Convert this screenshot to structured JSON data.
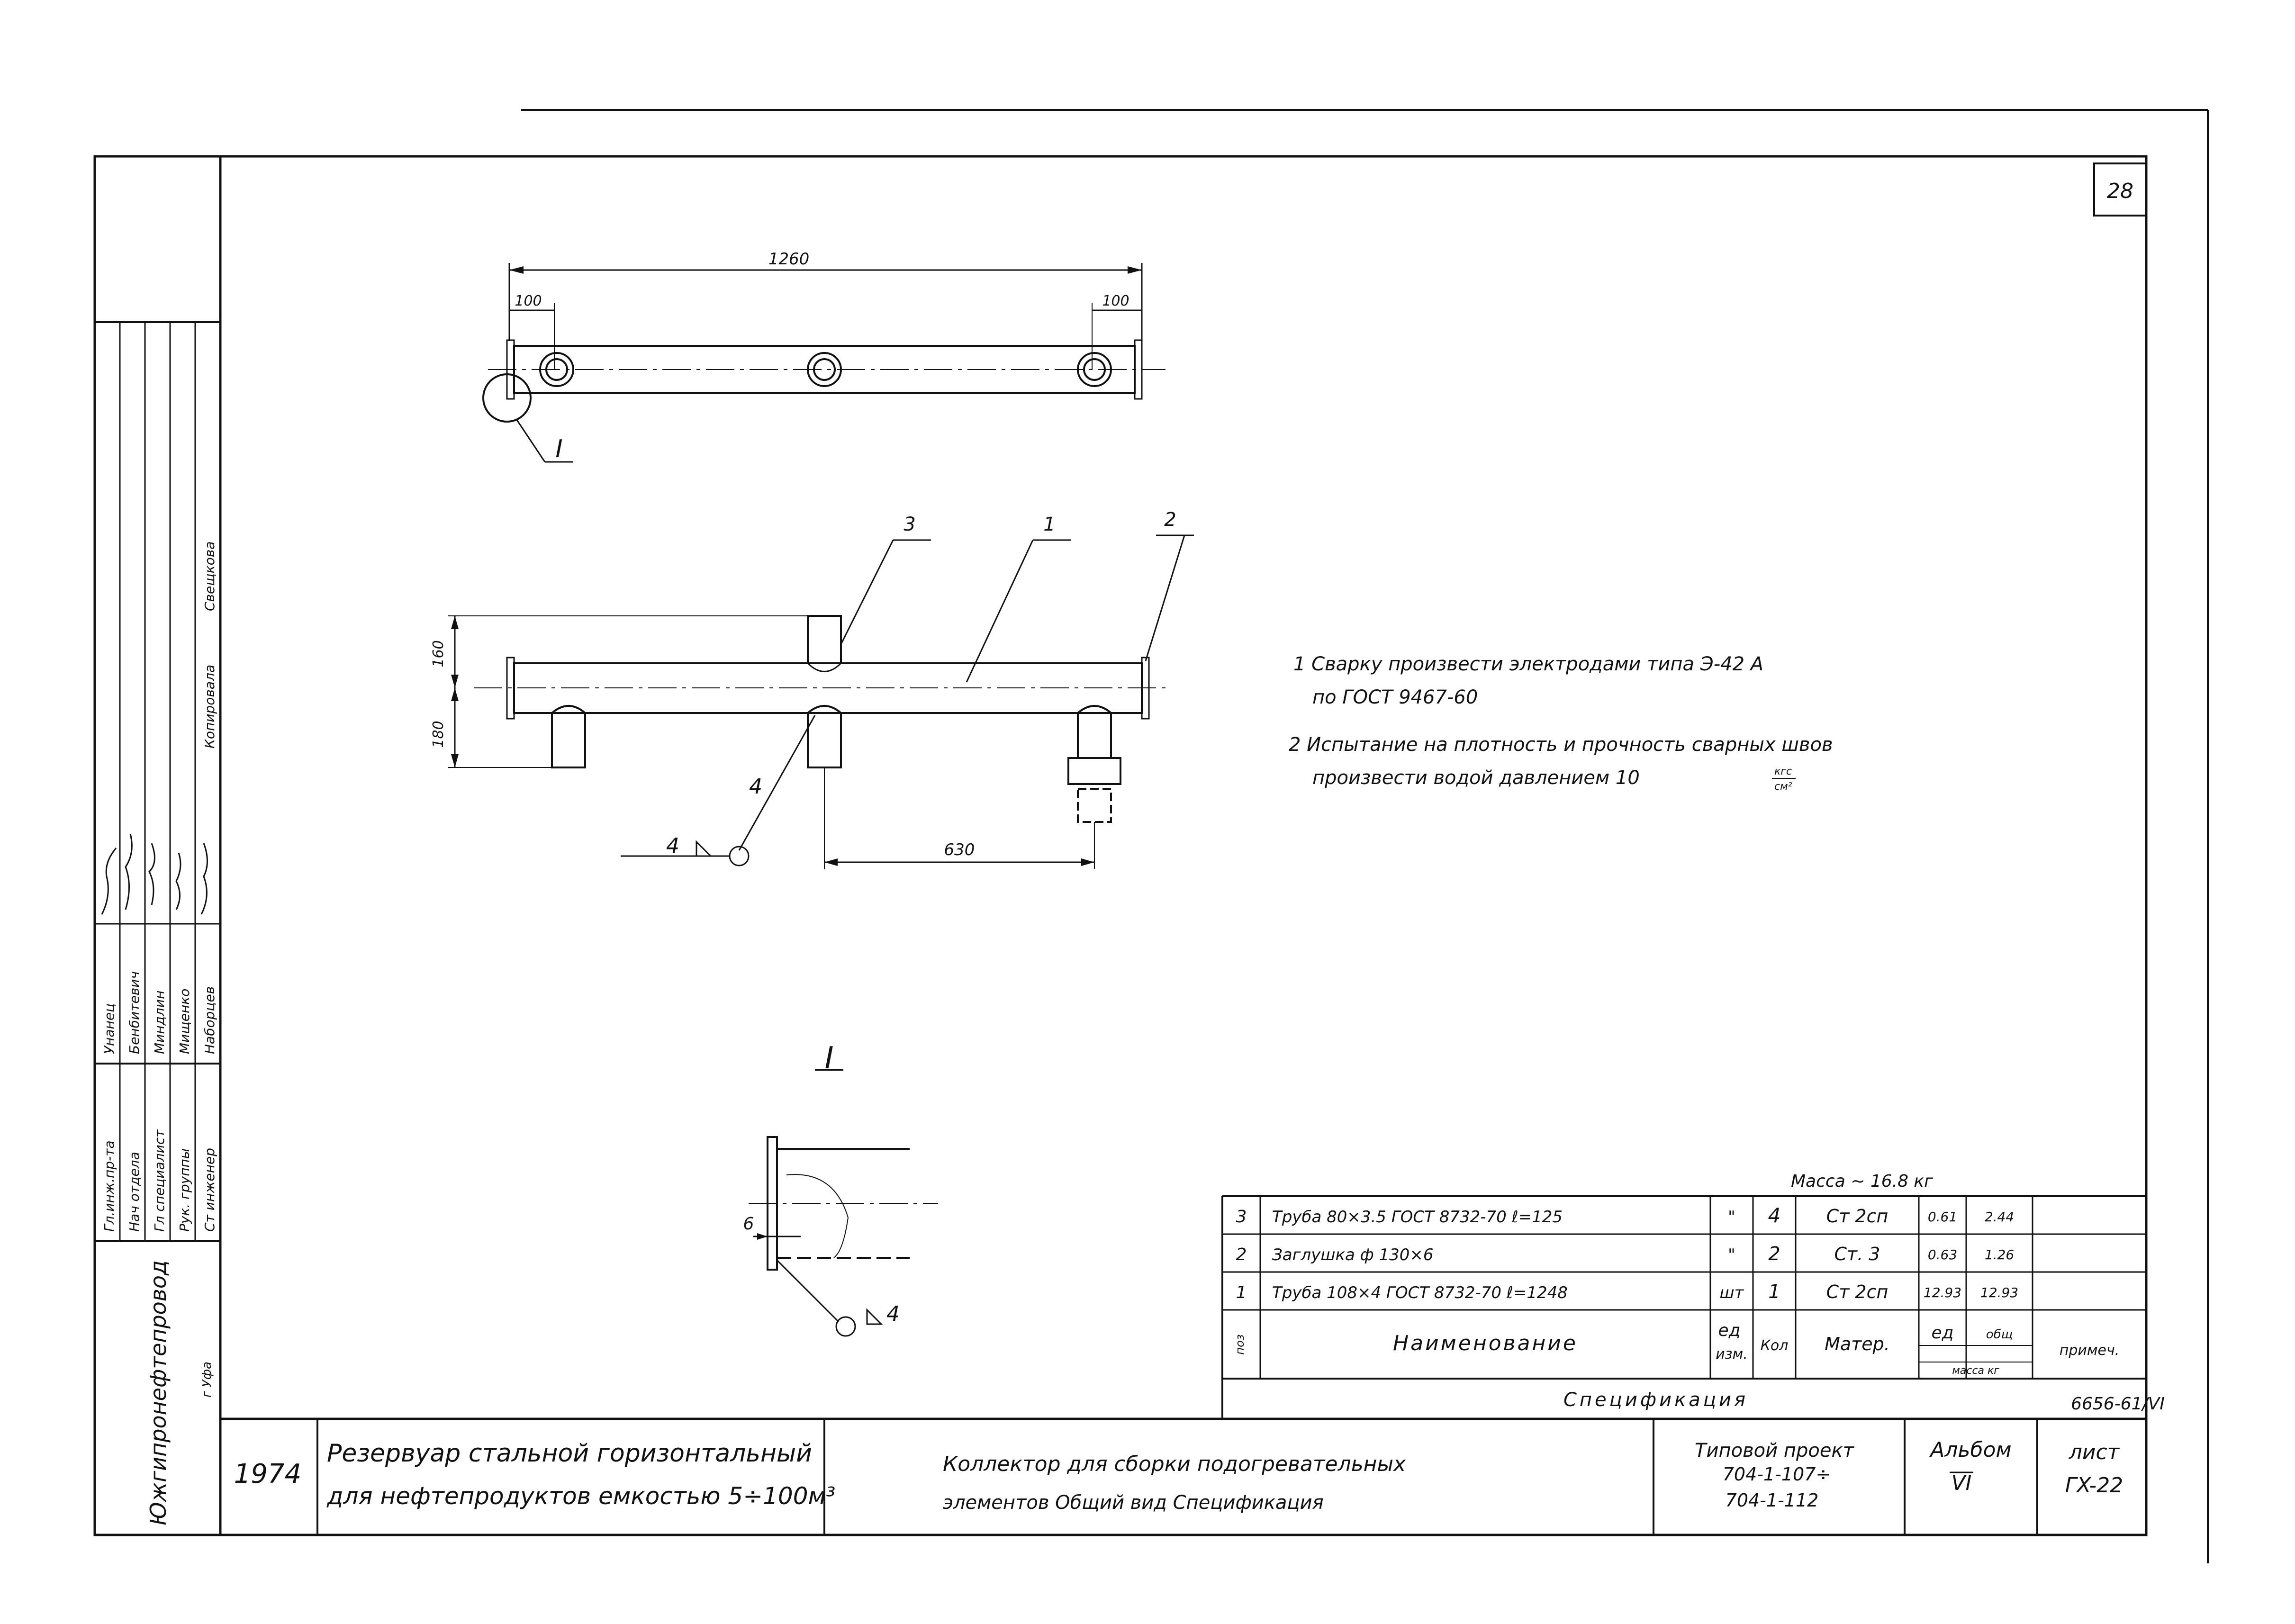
{
  "sheet": {
    "number": "28"
  },
  "top_view": {
    "dim_total": "1260",
    "dim_left": "100",
    "dim_right": "100",
    "section_mark": "I"
  },
  "front_view": {
    "callout_1": "1",
    "callout_2": "2",
    "callout_3": "3",
    "dim_up": "160",
    "dim_down": "180",
    "dim_630": "630",
    "weld_label": "4",
    "weld_symbol_label": "4"
  },
  "detail": {
    "title": "I",
    "dim_6": "6",
    "weld_label": "4"
  },
  "notes": [
    "1 Сварку произвести электродами типа Э-42 А",
    "по ГОСТ 9467-60",
    "2 Испытание на плотность и прочность сварных швов",
    "произвести водой давлением 10"
  ],
  "notes_unit_top": "кгс",
  "notes_unit_bottom": "см²",
  "spec": {
    "mass": "Масса ~ 16.8 кг",
    "rows": [
      {
        "pos": "3",
        "name": "Труба 80×3.5 ГОСТ 8732-70 ℓ=125",
        "unit": "\"",
        "qty": "4",
        "mat": "Ст 2сп",
        "m1": "0.61",
        "m2": "2.44"
      },
      {
        "pos": "2",
        "name": "Заглушка ф 130×6",
        "unit": "\"",
        "qty": "2",
        "mat": "Ст. 3",
        "m1": "0.63",
        "m2": "1.26"
      },
      {
        "pos": "1",
        "name": "Труба 108×4 ГОСТ 8732-70 ℓ=1248",
        "unit": "шт",
        "qty": "1",
        "mat": "Ст 2сп",
        "m1": "12.93",
        "m2": "12.93"
      }
    ],
    "head_pos": "поз",
    "head_name": "Наименование",
    "head_unit_1": "ед",
    "head_unit_2": "изм.",
    "head_qty": "Кол",
    "head_mat": "Матер.",
    "head_m1": "ед",
    "head_m2": "общ",
    "head_mass": "масса кг",
    "head_note": "примеч.",
    "caption": "Спецификация",
    "code": "6656-61/VI"
  },
  "title_block": {
    "year": "1974",
    "object_1": "Резервуар стальной горизонтальный",
    "object_2": "для нефтепродуктов емкостью 5÷100м³",
    "drawing_1": "Коллектор для сборки подогревательных",
    "drawing_2": "элементов Общий вид Спецификация",
    "project_label": "Типовой проект",
    "project_1": "704-1-107÷",
    "project_2": "704-1-112",
    "album_label": "Альбом",
    "album": "VI",
    "sheet_label": "лист",
    "sheet": "ГX-22"
  },
  "side_block": {
    "org": "Южгипронефтепровод",
    "city": "г Уфа",
    "roles": [
      "Гл.инж.пр-та",
      "Нач отдела",
      "Гл специалист",
      "Рук. группы",
      "Ст инженер"
    ],
    "names": [
      "Унанец",
      "Бенбитевич",
      "Миндлин",
      "Мищенко",
      "Наборцев"
    ],
    "copied_label": "Копировала",
    "copied_name": "Свещкова"
  }
}
